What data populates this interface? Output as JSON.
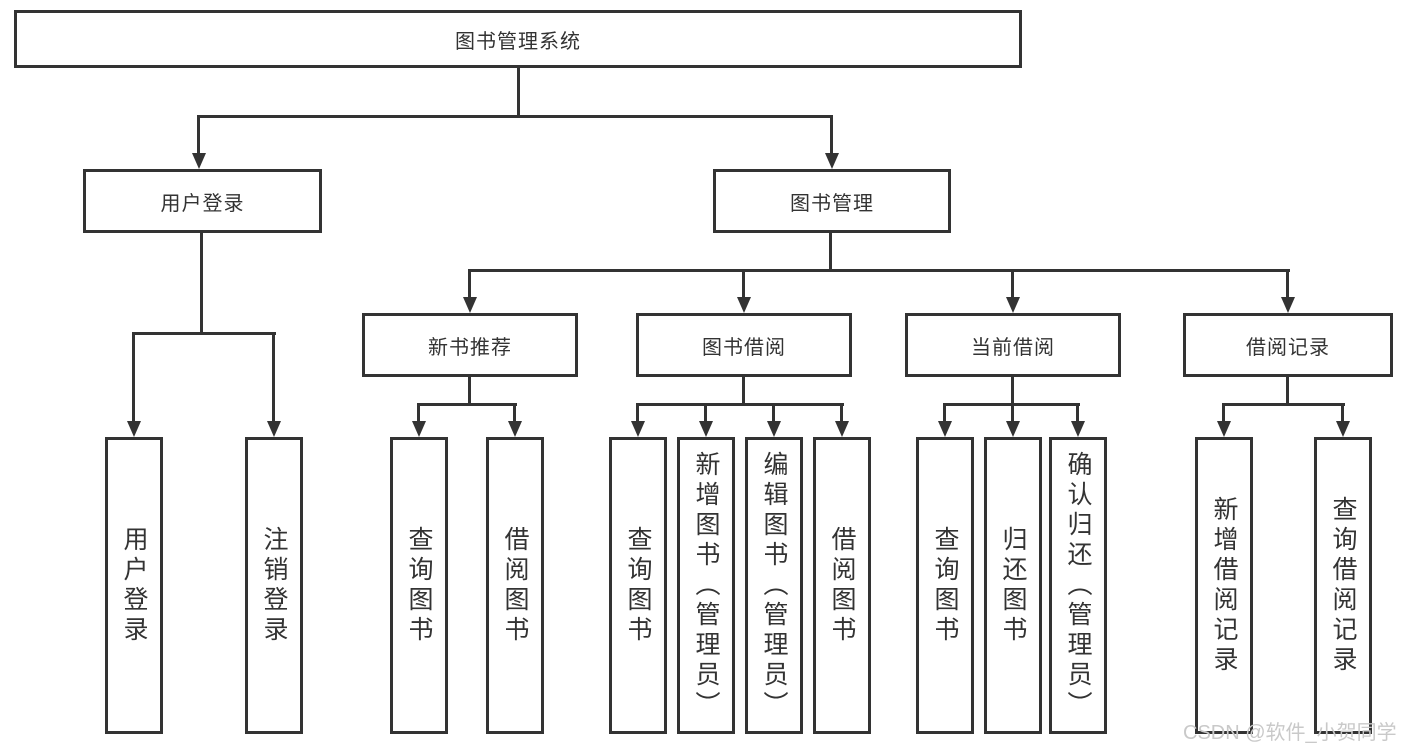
{
  "tree": {
    "root": {
      "label": "图书管理系统"
    },
    "branches": [
      {
        "label": "用户登录",
        "children": [
          {
            "label": "用户登录"
          },
          {
            "label": "注销登录"
          }
        ]
      },
      {
        "label": "图书管理",
        "sections": [
          {
            "label": "新书推荐",
            "children": [
              {
                "label": "查询图书"
              },
              {
                "label": "借阅图书"
              }
            ]
          },
          {
            "label": "图书借阅",
            "children": [
              {
                "label": "查询图书"
              },
              {
                "label": "新增图书（管理员）"
              },
              {
                "label": "编辑图书（管理员）"
              },
              {
                "label": "借阅图书"
              }
            ]
          },
          {
            "label": "当前借阅",
            "children": [
              {
                "label": "查询图书"
              },
              {
                "label": "归还图书"
              },
              {
                "label": "确认归还（管理员）"
              }
            ]
          },
          {
            "label": "借阅记录",
            "children": [
              {
                "label": "新增借阅记录"
              },
              {
                "label": "查询借阅记录"
              }
            ]
          }
        ]
      }
    ]
  },
  "watermark": "CSDN @软件_小贺同学",
  "colors": {
    "line": "#333333",
    "text": "#333333",
    "box_background": "#ffffff",
    "page_background": "#ffffff",
    "watermark": "#c9c9c9"
  }
}
